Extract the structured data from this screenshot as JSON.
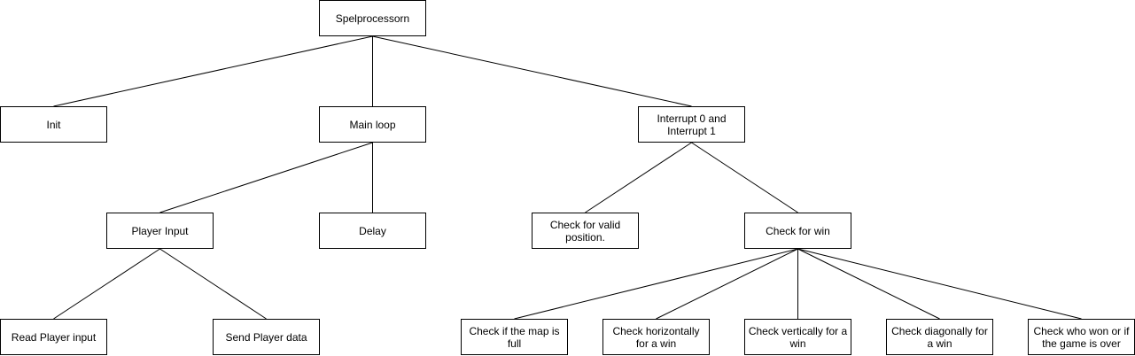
{
  "nodes": {
    "root": "Spelprocessorn",
    "init": "Init",
    "main_loop": "Main loop",
    "interrupt": "Interrupt 0 and Interrupt 1",
    "player_input": "Player Input",
    "delay": "Delay",
    "valid_position": "Check for valid position.",
    "check_win": "Check for win",
    "read_input": "Read Player input",
    "send_data": "Send Player data",
    "map_full": "Check if the map is full",
    "horizontal": "Check horizontally for a win",
    "vertical": "Check vertically for a win",
    "diagonal": "Check diagonally for a win",
    "who_won": "Check who won or if the game is over"
  },
  "edges": [
    [
      "root",
      "init"
    ],
    [
      "root",
      "main_loop"
    ],
    [
      "root",
      "interrupt"
    ],
    [
      "main_loop",
      "player_input"
    ],
    [
      "main_loop",
      "delay"
    ],
    [
      "interrupt",
      "valid_position"
    ],
    [
      "interrupt",
      "check_win"
    ],
    [
      "player_input",
      "read_input"
    ],
    [
      "player_input",
      "send_data"
    ],
    [
      "check_win",
      "map_full"
    ],
    [
      "check_win",
      "horizontal"
    ],
    [
      "check_win",
      "vertical"
    ],
    [
      "check_win",
      "diagonal"
    ],
    [
      "check_win",
      "who_won"
    ]
  ],
  "colors": {
    "stroke": "#000000",
    "fill": "#ffffff",
    "text": "#000000"
  }
}
